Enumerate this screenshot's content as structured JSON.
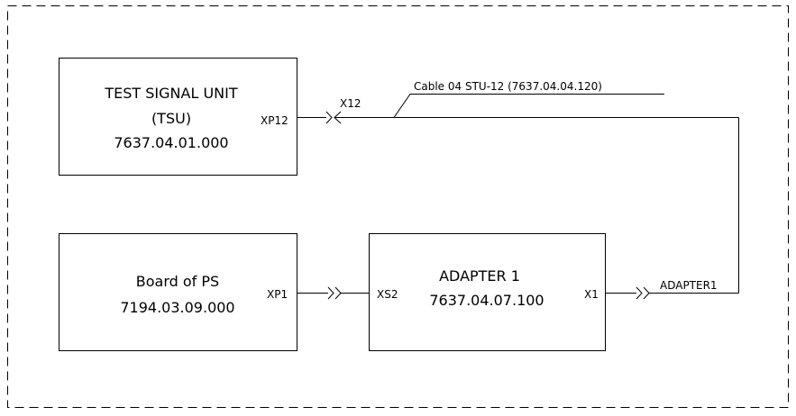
{
  "blocks": {
    "tsu": {
      "line1": "TEST SIGNAL UNIT",
      "line2": "(TSU)",
      "line3": "7637.04.01.000"
    },
    "board": {
      "line1": "Board of PS",
      "line2": "7194.03.09.000"
    },
    "adapter": {
      "line1": "ADAPTER 1",
      "line2": "7637.04.07.100"
    }
  },
  "connectors": {
    "xp12": "XP12",
    "x12": "X12",
    "xp1": "XP1",
    "xs2": "XS2",
    "x1": "X1",
    "adapter1": "ADAPTER1"
  },
  "cable": {
    "label": "Cable 04 STU-12 (7637.04.04.120)"
  }
}
